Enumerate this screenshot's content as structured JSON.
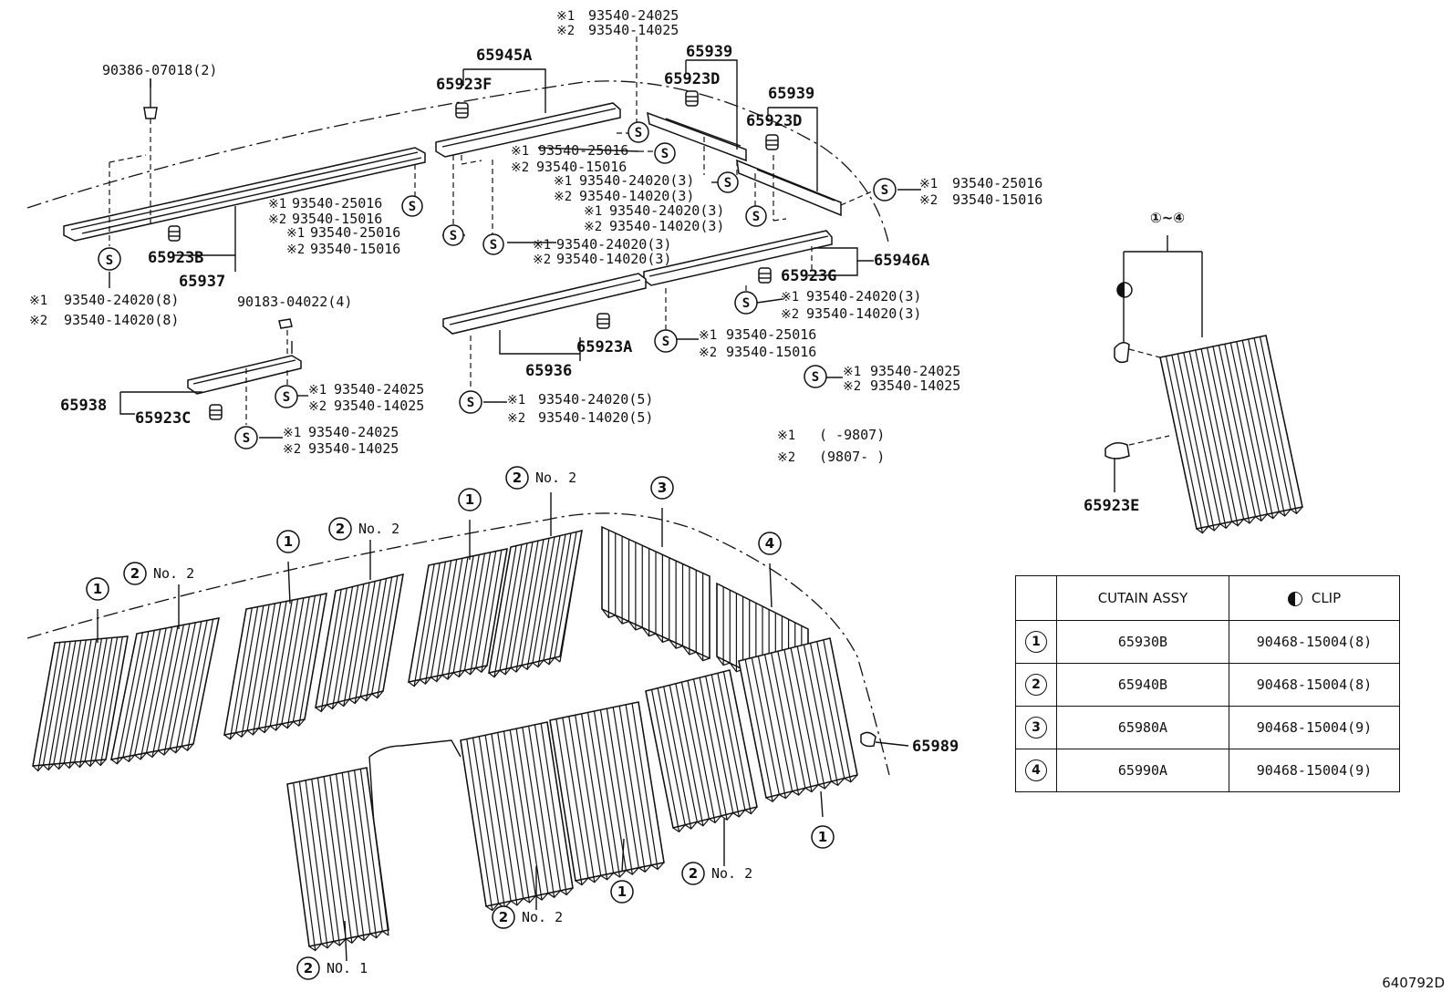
{
  "drawing_number": "640792D",
  "labels": {
    "p90386": "90386-07018(2)",
    "p65923B": "65923B",
    "p65937": "65937",
    "p65945A": "65945A",
    "p65923F": "65923F",
    "p65939a": "65939",
    "p65923Da": "65923D",
    "p65939b": "65939",
    "p65923Db": "65923D",
    "p65946A": "65946A",
    "p65923G": "65923G",
    "p65936": "65936",
    "p65923A": "65923A",
    "p90183": "90183-04022(4)",
    "p65938": "65938",
    "p65923C": "65923C",
    "p65923E": "65923E",
    "p65989": "65989"
  },
  "screws": {
    "top1": "93540-24025",
    "top2": "93540-14025",
    "a1": "93540-25016",
    "a2": "93540-15016",
    "b1": "93540-24020(3)",
    "b2": "93540-14020(3)",
    "c1": "93540-24020(3)",
    "c2": "93540-14020(3)",
    "d1": "93540-25016",
    "d2": "93540-15016",
    "e1": "93540-25016",
    "e2": "93540-15016",
    "f1": "93540-25016",
    "f2": "93540-15016",
    "g1": "93540-24020(3)",
    "g2": "93540-14020(3)",
    "h1": "93540-24020(8)",
    "h2": "93540-14020(8)",
    "i1": "93540-24020(3)",
    "i2": "93540-14020(3)",
    "j1": "93540-25016",
    "j2": "93540-15016",
    "k1": "93540-24025",
    "k2": "93540-14025",
    "l1": "93540-24020(5)",
    "l2": "93540-14020(5)",
    "m1": "93540-24025",
    "m2": "93540-14025",
    "n1": "93540-24025",
    "n2": "93540-14025"
  },
  "marks": {
    "m1": "※1",
    "m2": "※2",
    "mk1": "※",
    "one": "1",
    "two": "2",
    "s": "S"
  },
  "notes": {
    "n1_range": "(      -9807)",
    "n2_range": "(9807-      )"
  },
  "callouts": {
    "one": "1",
    "two": "2",
    "three": "3",
    "four": "4",
    "no1": "NO. 1",
    "no2": "No. 2",
    "range": "①~④"
  },
  "legend": {
    "header_assy": "CUTAIN ASSY",
    "header_clip": "CLIP",
    "rows": [
      {
        "key": "1",
        "assy": "65930B",
        "clip": "90468-15004(8)"
      },
      {
        "key": "2",
        "assy": "65940B",
        "clip": "90468-15004(8)"
      },
      {
        "key": "3",
        "assy": "65980A",
        "clip": "90468-15004(9)"
      },
      {
        "key": "4",
        "assy": "65990A",
        "clip": "90468-15004(9)"
      }
    ]
  }
}
